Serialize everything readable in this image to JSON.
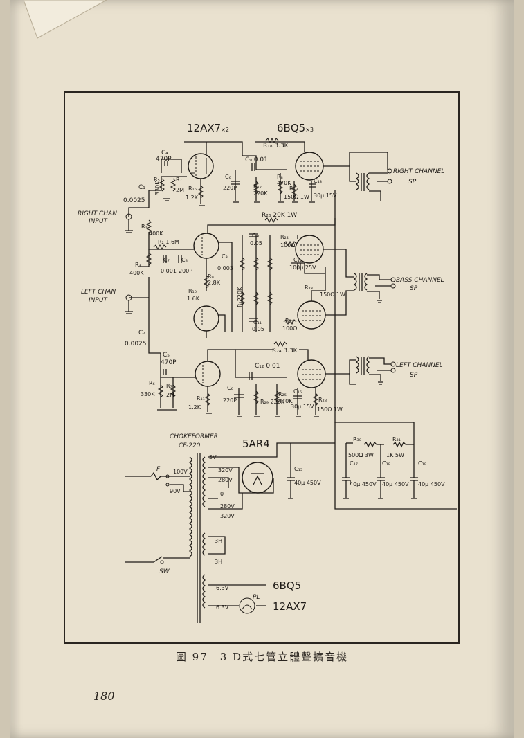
{
  "tubes": {
    "top_left": "12AX7",
    "top_left_count": "×2",
    "top_right": "6BQ5",
    "top_right_count": "×3",
    "rectifier": "5AR4",
    "heater_a": "6BQ5",
    "heater_b": "12AX7"
  },
  "inputs": {
    "right": [
      "RIGHT CHAN",
      "INPUT"
    ],
    "left": [
      "LEFT CHAN",
      "INPUT"
    ]
  },
  "outputs": {
    "right": [
      "RIGHT CHANNEL",
      "SP"
    ],
    "bass": [
      "BASS CHANNEL",
      "SP"
    ],
    "left": [
      "LEFT CHANNEL",
      "SP"
    ]
  },
  "power": {
    "transformer": [
      "CHOKEFORMER",
      "CF-220"
    ],
    "taps": [
      "5V",
      "320V",
      "280V",
      "0",
      "280V",
      "320V",
      "3H",
      "3H",
      "6.3V",
      "6.3V"
    ],
    "primary": [
      "100V",
      "90V"
    ],
    "fuse": "F",
    "switch": "SW",
    "pilot": "PL"
  },
  "components": {
    "c4": "C₄",
    "c4v": "470P",
    "c1": "C₁",
    "c1v": "0.0025",
    "r5": "R₅",
    "r5v": "330K",
    "r7": "R₇",
    "r7v": "2M",
    "r1": "R₁",
    "r1v": "400K",
    "r3": "R₃",
    "r3v": "400K",
    "c2": "C₂",
    "c2v": "0.0025",
    "r16": "R₁₆",
    "r16v": "1.2K",
    "c6": "C₆",
    "c6v": "220P",
    "c9": "C₉",
    "c9v": "0.01",
    "r17": "R₁₇",
    "r17v": "220K",
    "r18": "R₁₈",
    "r18v": "3.3K",
    "r8": "R₈",
    "r8v": "470K",
    "r19": "R₁₉",
    "r19v": "150Ω 1W",
    "c13": "C₁₃",
    "c13v": "30μ 15V",
    "r26": "R₂₆",
    "r26v": "20K 1W",
    "r2": "R₂",
    "r2v": "1.6M",
    "c7": "C₇",
    "c7v": "0.001",
    "c8": "C₈",
    "c8v": "200P",
    "c3": "C₃",
    "c3v": "0.003",
    "r9": "R₉",
    "r9v": "2.8K",
    "r10": "R₁₀",
    "r10v": "1.6K",
    "c10": "C₁₀",
    "c10v": "0.05",
    "r22": "R₂₂",
    "r22v": "100Ω",
    "c14": "C₁₄",
    "c14v": "100μ 25V",
    "r23": "R₂₃",
    "r23v": "150Ω 1W",
    "r21": "R₂₁",
    "r21v": "100Ω",
    "c11": "C₁₁",
    "c11v": "0.05",
    "r4": "R₄",
    "r4v": "220K",
    "r24": "R₂₄",
    "r24v": "3.3K",
    "c5": "C₅",
    "c5v": "470P",
    "r6": "R₆",
    "r6v": "330K",
    "r11": "R₁₁",
    "r11v": "1.2K",
    "c12": "C₁₂",
    "c12v": "0.01",
    "r25": "R₂₅",
    "r25v": "470K",
    "c16": "C₁₆",
    "c16v": "30μ 15V",
    "r28": "R₂₈",
    "r28v": "150Ω 1W",
    "r29": "R₂₉",
    "r29v": "220K",
    "r30": "R₃₀",
    "r30v": "500Ω 3W",
    "r31": "R₃₁",
    "r31v": "1K 5W",
    "c17": "C₁₇",
    "c17v": "40μ 450V",
    "c18": "C₁₈",
    "c18v": "40μ 450V",
    "c19": "C₁₉",
    "c19v": "40μ 450V",
    "c15": "C₁₅",
    "c15v": "40μ 450V"
  },
  "caption": "圖 97　3 D式七管立體聲擴音機",
  "page_number": "180"
}
